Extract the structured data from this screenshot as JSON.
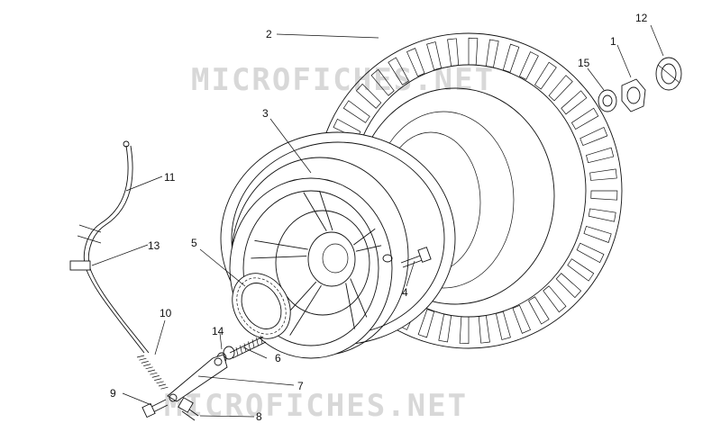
{
  "watermark": {
    "top_text": "MICROFICHES.NET",
    "bottom_text": "MICROFICHES.NET"
  },
  "callouts": [
    {
      "id": "2",
      "text": "2"
    },
    {
      "id": "12",
      "text": "12"
    },
    {
      "id": "1",
      "text": "1"
    },
    {
      "id": "15",
      "text": "15"
    },
    {
      "id": "3",
      "text": "3"
    },
    {
      "id": "11",
      "text": "11"
    },
    {
      "id": "13",
      "text": "13"
    },
    {
      "id": "5",
      "text": "5"
    },
    {
      "id": "4",
      "text": "4"
    },
    {
      "id": "10",
      "text": "10"
    },
    {
      "id": "14",
      "text": "14"
    },
    {
      "id": "6",
      "text": "6"
    },
    {
      "id": "7",
      "text": "7"
    },
    {
      "id": "9",
      "text": "9"
    },
    {
      "id": "8",
      "text": "8"
    }
  ]
}
